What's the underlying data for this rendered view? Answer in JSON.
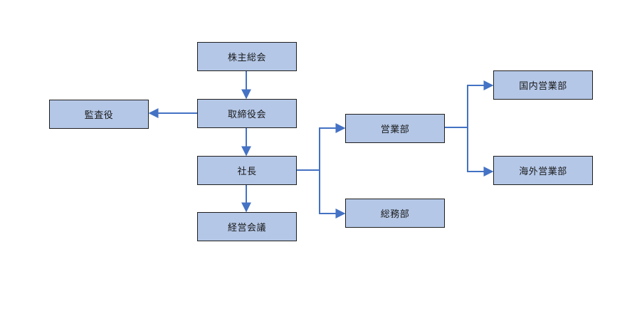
{
  "diagram": {
    "nodes": {
      "kabunushi": "株主総会",
      "torishimari": "取締役会",
      "kansayaku": "監査役",
      "shacho": "社長",
      "keiei": "経営会議",
      "eigyo": "営業部",
      "somu": "総務部",
      "kokunai": "国内営業部",
      "kaigai": "海外営業部"
    },
    "colors": {
      "node_fill": "#b4c7e7",
      "node_border": "#1f1f1f",
      "connector": "#4472c4"
    }
  }
}
